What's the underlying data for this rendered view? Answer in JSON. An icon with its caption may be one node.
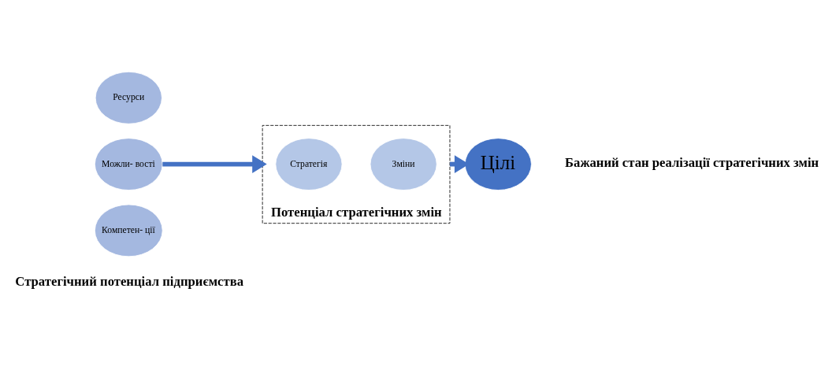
{
  "diagram": {
    "nodes": [
      {
        "text": [
          "Ресурси"
        ]
      },
      {
        "text": [
          "Можли- вості"
        ]
      },
      {
        "text": [
          "Компетен- ції"
        ]
      },
      {
        "text": [
          "Потенціал стратегічних змін"
        ]
      },
      {
        "text": [
          "Стратегія"
        ],
        "in": 3
      },
      {
        "text": [
          "Зміни"
        ],
        "in": 3
      },
      {
        "text": [
          "Цілі"
        ],
        "beside": [
          "Бажаний стан реалізації стратегічних змін"
        ]
      }
    ],
    "edges": [
      {
        "from": 1,
        "to": 4,
        "arrow": "to"
      },
      {
        "from": 5,
        "to": 6,
        "arrow": "to"
      }
    ],
    "labels": [
      "Стратегічний потенціал підприємства"
    ]
  }
}
